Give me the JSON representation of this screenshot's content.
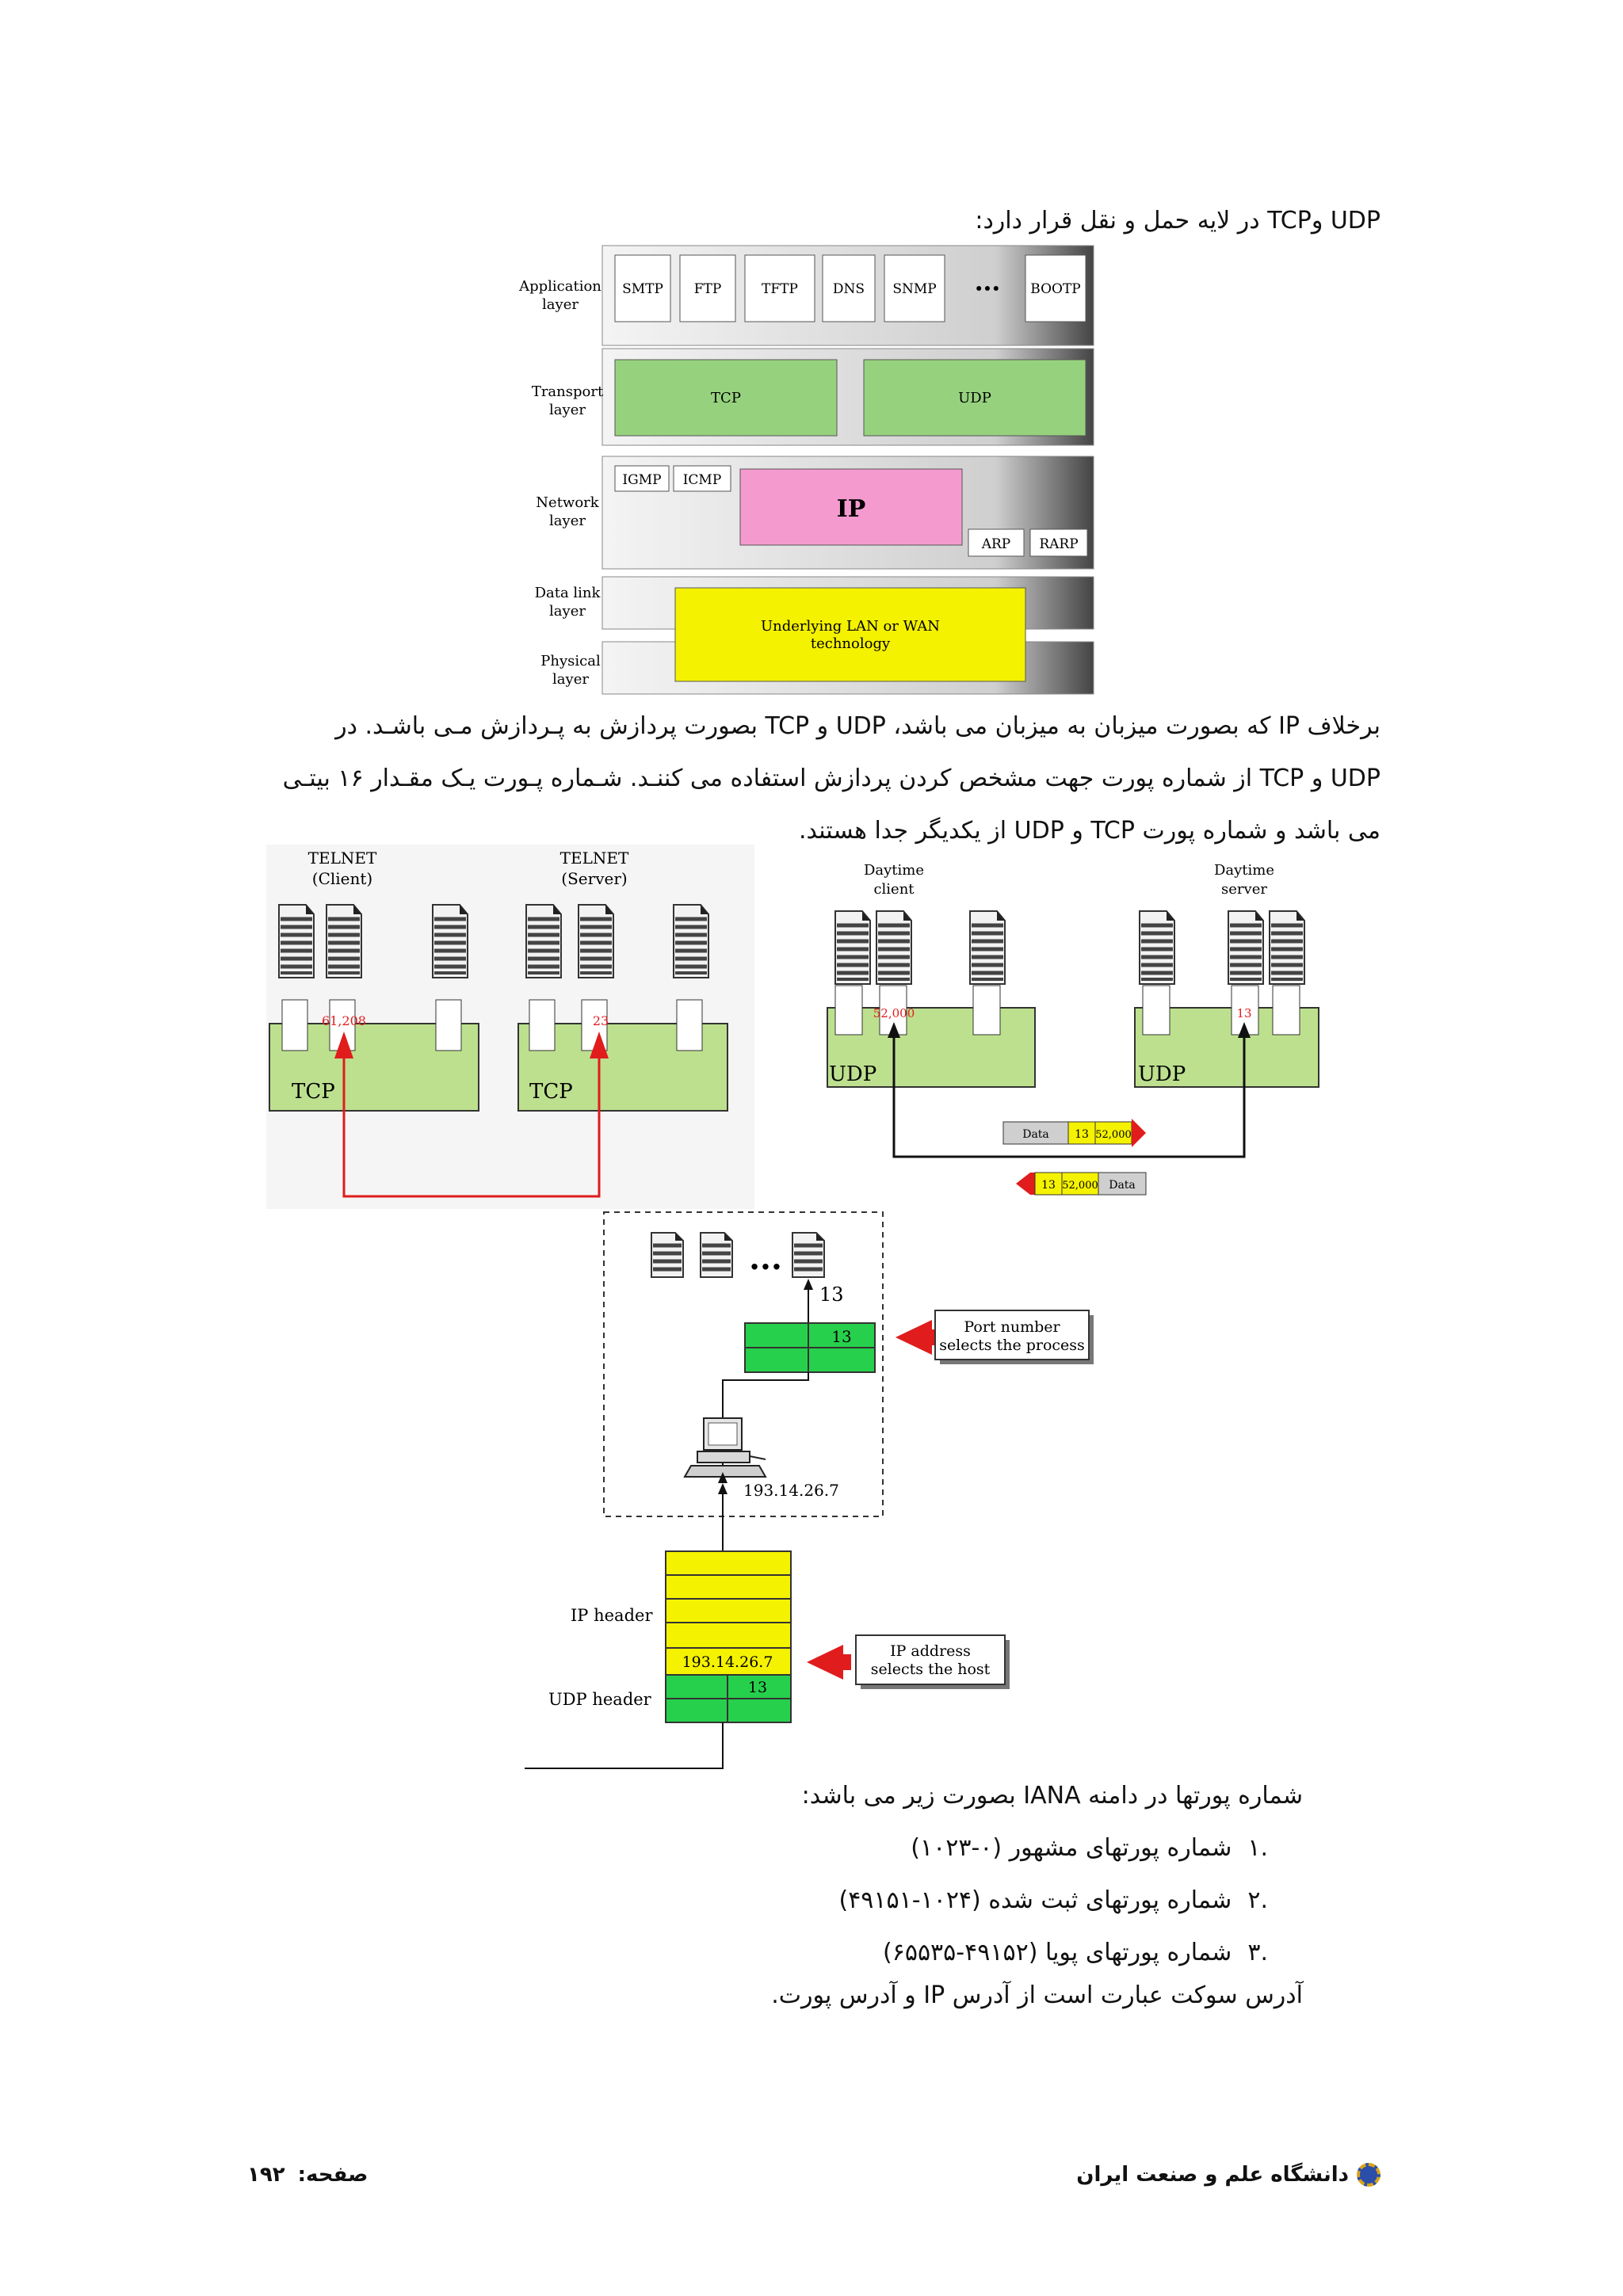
{
  "page": {
    "intro_line": "UDP وTCP  در لایه حمل و نقل قرار دارد:",
    "para1_line1": "برخلاف IP که بصورت میزبان به میزبان می باشد، UDP و TCP بصورت پردازش به پـردازش مـی باشـد. در",
    "para1_line2": "UDP و TCP از شماره پورت جهت مشخص کردن پردازش استفاده می کننـد. شـماره پـورت یـک مقـدار ۱۶ بیتـی",
    "para1_line3": "می باشد و شماره پورت TCP و UDP از یکدیگر جدا هستند.",
    "iana_line": "شماره پورتها در دامنه IANA بصورت زیر می باشد:",
    "list": [
      {
        "num": ".۱",
        "text": "شماره پورتهای مشهور (۰-۱۰۲۳)"
      },
      {
        "num": ".۲",
        "text": "شماره پورتهای ثبت شده (۱۰۲۴-۴۹۱۵۱)"
      },
      {
        "num": ".۳",
        "text": "شماره پورتهای پویا (۴۹۱۵۲-۶۵۵۳۵)"
      }
    ],
    "socket_line": "آدرس سوکت عبارت است از آدرس IP و آدرس پورت."
  },
  "layer_diagram": {
    "layers": {
      "application": [
        "Application",
        "layer"
      ],
      "transport": [
        "Transport",
        "layer"
      ],
      "network": [
        "Network",
        "layer"
      ],
      "datalink": [
        "Data link",
        "layer"
      ],
      "physical": [
        "Physical",
        "layer"
      ]
    },
    "app_protocols": [
      "SMTP",
      "FTP",
      "TFTP",
      "DNS",
      "SNMP",
      "•••",
      "BOOTP"
    ],
    "transport_protocols": [
      "TCP",
      "UDP"
    ],
    "network_small": [
      "IGMP",
      "ICMP"
    ],
    "ip": "IP",
    "arp": [
      "ARP",
      "RARP"
    ],
    "lan": [
      "Underlying LAN or WAN",
      "technology"
    ],
    "colors": {
      "transport": "#96d27e",
      "ip": "#f49ace",
      "lan": "#f5f200"
    }
  },
  "tcp_diagram": {
    "client": [
      "TELNET",
      "(Client)"
    ],
    "server": [
      "TELNET",
      "(Server)"
    ],
    "client_port": "61,208",
    "server_port": "23",
    "box_label": "TCP"
  },
  "udp_diagram": {
    "client": [
      "Daytime",
      "client"
    ],
    "server": [
      "Daytime",
      "server"
    ],
    "client_port": "52,000",
    "server_port": "13",
    "box_label": "UDP",
    "packet_out": [
      "Data",
      "13",
      "52,000"
    ],
    "packet_back": [
      "13",
      "52,000",
      "Data"
    ]
  },
  "host_diagram": {
    "dots": "...",
    "port_label": "13",
    "port_box_value": "13",
    "callout_port": [
      "Port number",
      "selects the process"
    ],
    "host_ip": "193.14.26.7",
    "ip_header": "IP header",
    "udp_header": "UDP  header",
    "header_ip": "193.14.26.7",
    "header_port": "13",
    "callout_ip": [
      "IP address",
      "selects the host"
    ]
  },
  "footer": {
    "university": "دانشگاه علم و صنعت ایران",
    "page_label": "صفحه:",
    "page_number": "۱۹۲"
  }
}
